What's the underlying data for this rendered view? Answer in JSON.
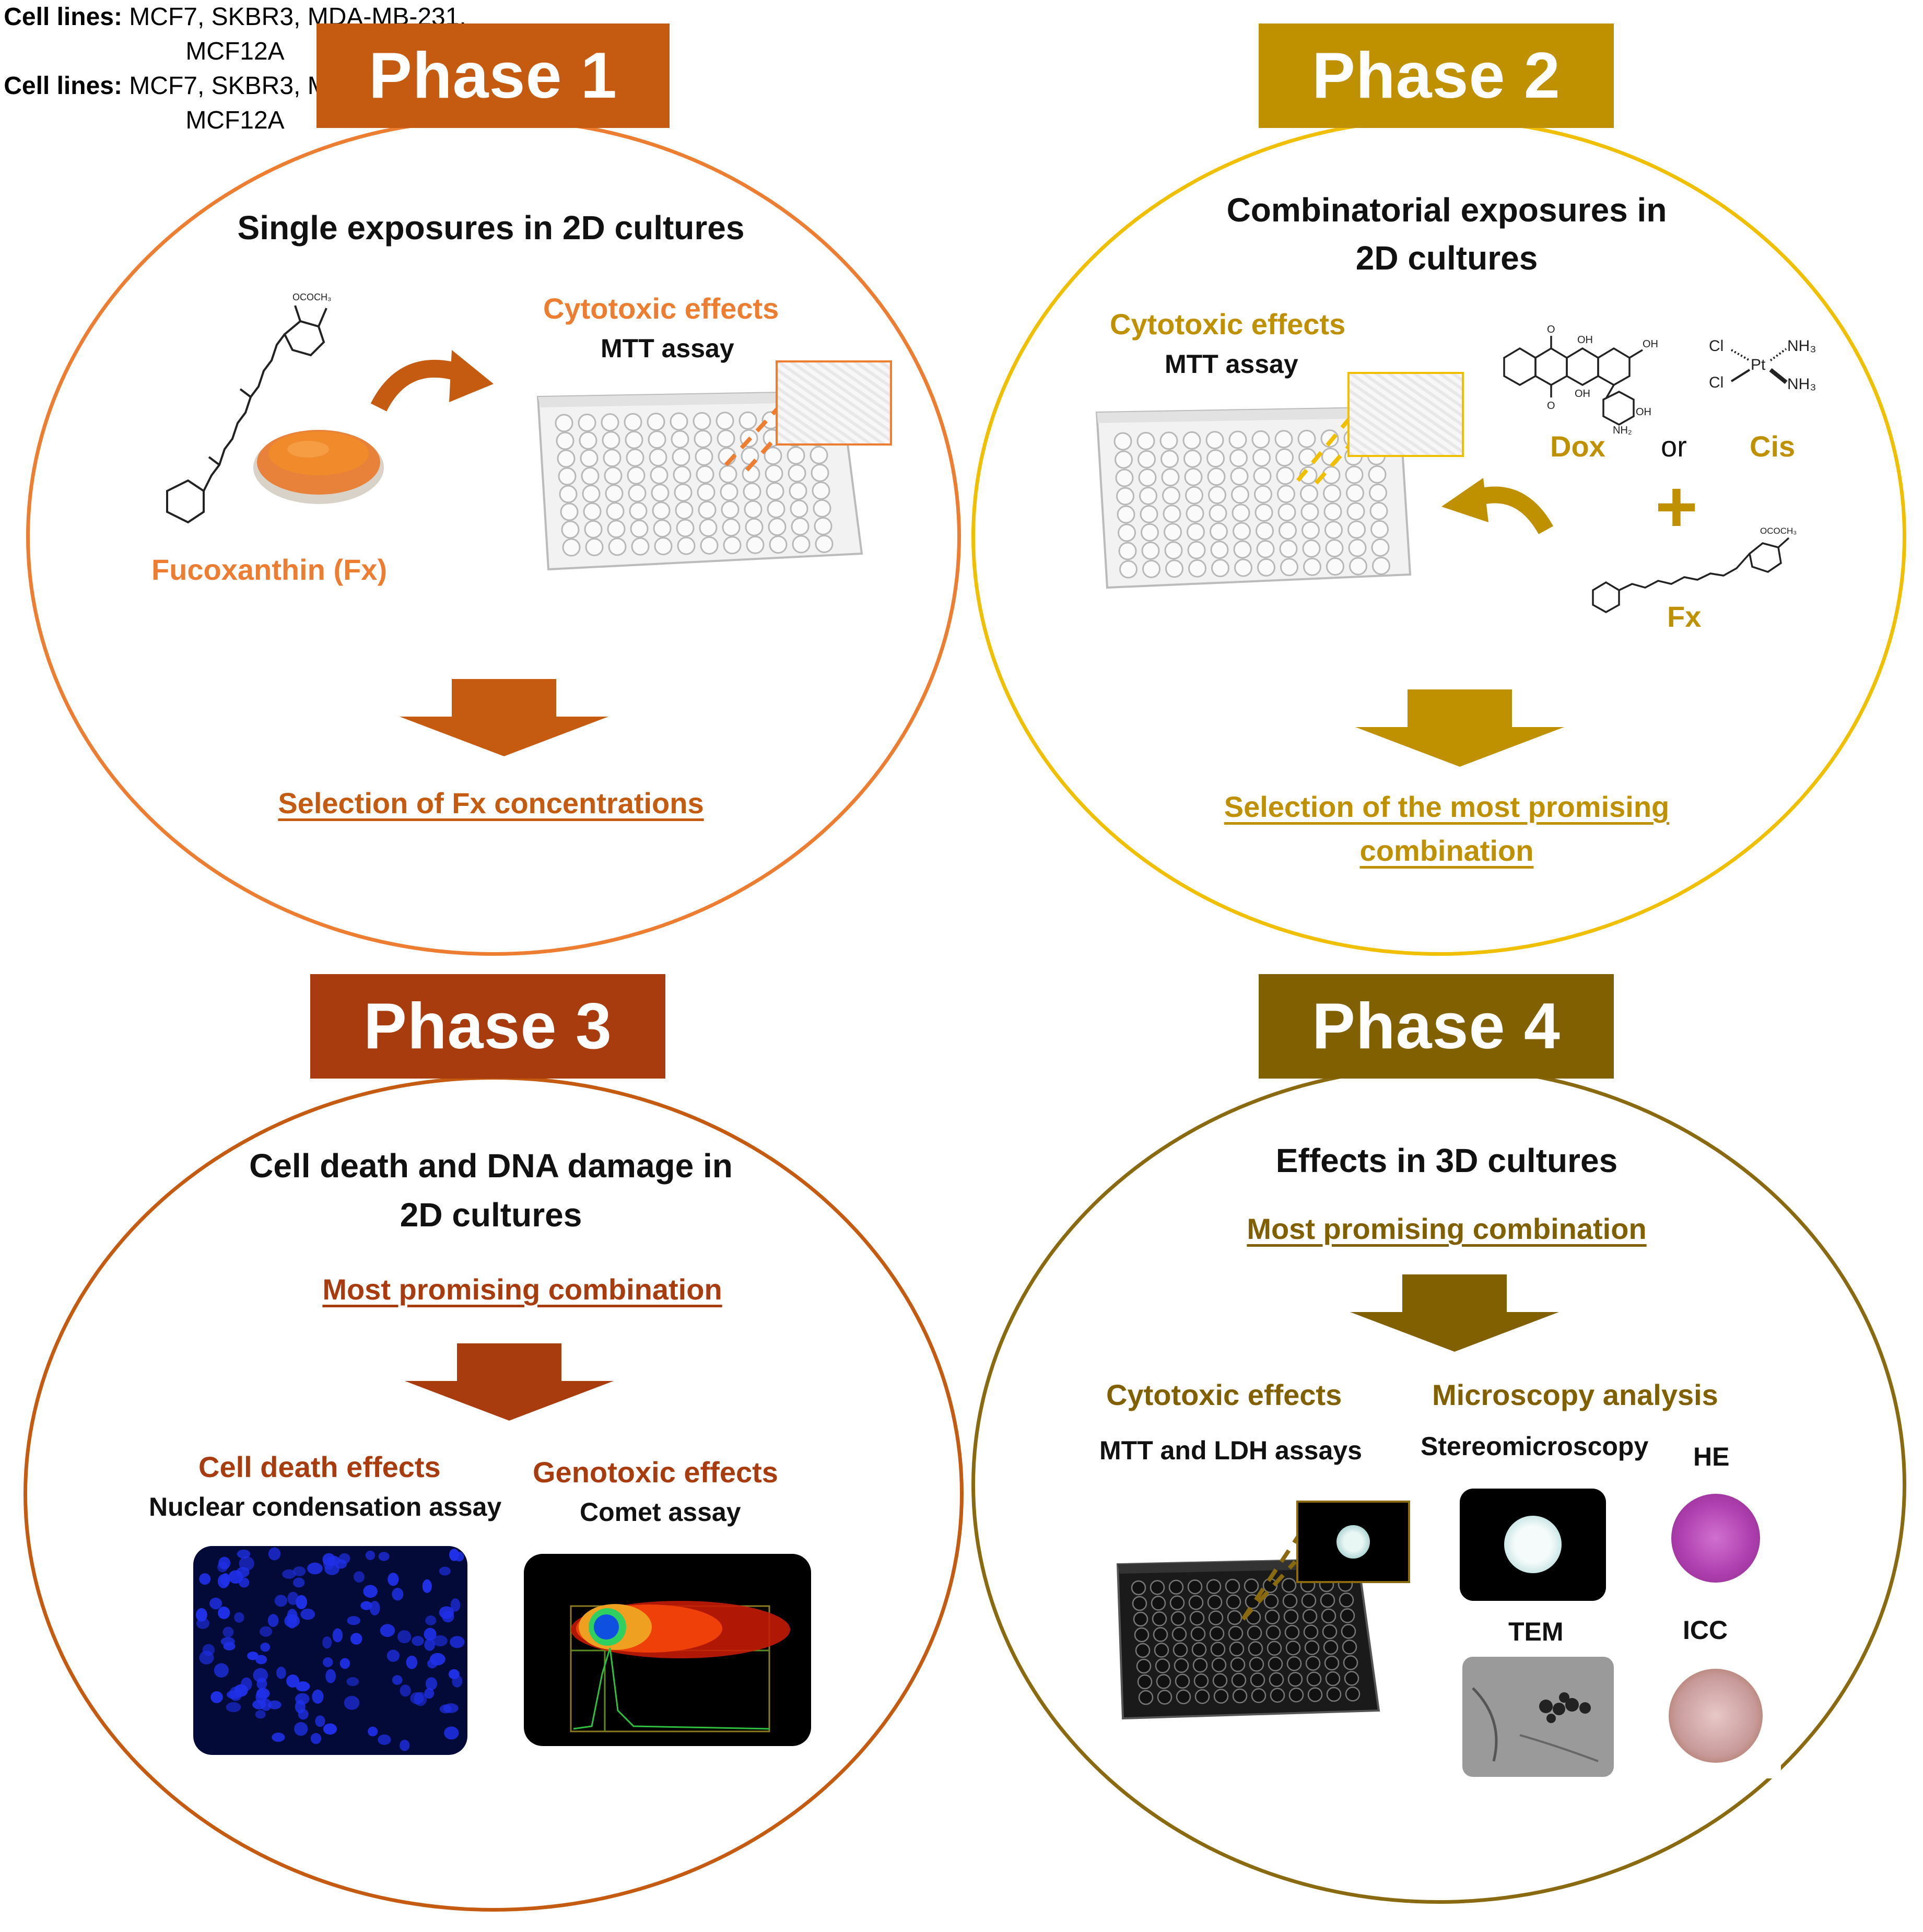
{
  "colors": {
    "phase1": "#c55a11",
    "phase1_ring": "#ed7d31",
    "phase1_text": "#ed7d31",
    "phase2": "#bf9000",
    "phase2_ring": "#f0c000",
    "phase2_text": "#bf9000",
    "phase3": "#a83c0f",
    "phase3_ring": "#c55a11",
    "phase3_text": "#a83c0f",
    "phase4": "#806000",
    "phase4_ring": "#8a6a10",
    "phase4_text": "#806000"
  },
  "phase1": {
    "title": "Phase 1",
    "subtitle": "Single exposures in 2D cultures",
    "effect_label": "Cytotoxic effects",
    "assay_label": "MTT assay",
    "compound_label": "Fucoxanthin (Fx)",
    "molecule_group": "OCOCH₃",
    "cell_lines_label": "Cell lines:",
    "cell_lines_line1": "MCF7, SKBR3, MDA-MB-231,",
    "cell_lines_line2": "MCF12A",
    "outcome": "Selection of Fx concentrations"
  },
  "phase2": {
    "title": "Phase 2",
    "subtitle_line1": "Combinatorial exposures in",
    "subtitle_line2": "2D cultures",
    "effect_label": "Cytotoxic effects",
    "assay_label": "MTT assay",
    "drug1": "Dox",
    "or_label": "or",
    "drug2": "Cis",
    "plus_label": "+",
    "fx_label": "Fx",
    "cis_cl": "Cl",
    "cis_pt": "Pt",
    "cis_nh3": "NH₃",
    "dox_oh": "OH",
    "dox_o": "O",
    "dox_nh2": "NH₂",
    "molecule_group": "OCOCH₃",
    "cell_lines_label": "Cell lines:",
    "cell_lines_line1": "MCF7, SKBR3, MDA-MB-231,",
    "cell_lines_line2": "MCF12A",
    "outcome_line1": "Selection of the most promising",
    "outcome_line2": "combination"
  },
  "phase3": {
    "title": "Phase 3",
    "subtitle_line1": "Cell death and DNA damage in",
    "subtitle_line2": "2D cultures",
    "combo_label": "Most promising combination",
    "effect1_label": "Cell death effects",
    "assay1_label": "Nuclear condensation assay",
    "effect2_label": "Genotoxic effects",
    "assay2_label": "Comet assay"
  },
  "phase4": {
    "title": "Phase 4",
    "subtitle": "Effects in 3D cultures",
    "combo_label": "Most promising combination",
    "effect_label": "Cytotoxic effects",
    "assay_label": "MTT and LDH assays",
    "microscopy_label": "Microscopy analysis",
    "stereo_label": "Stereomicroscopy",
    "he_label": "HE",
    "tem_label": "TEM",
    "icc_label": "ICC"
  }
}
